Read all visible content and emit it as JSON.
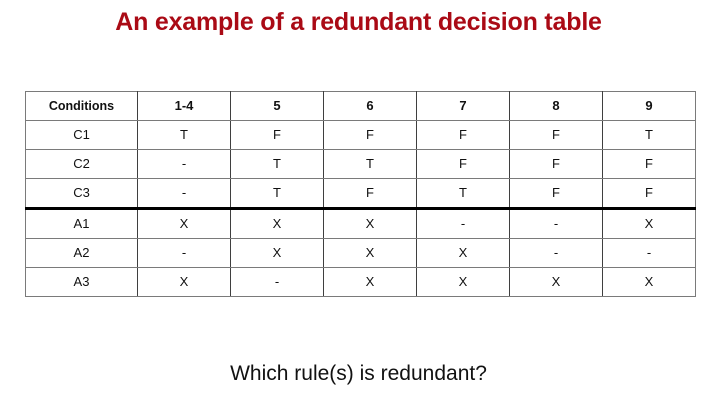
{
  "title": "An example of a redundant decision table",
  "caption": "Which rule(s) is redundant?",
  "colors": {
    "title": "#aa0a15",
    "text": "#111111",
    "grid_horizontal": "#7a7a7a",
    "grid_vertical": "#3f3f3f",
    "section_divider": "#000000",
    "background": "#ffffff"
  },
  "table": {
    "headers": [
      "Conditions",
      "1-4",
      "5",
      "6",
      "7",
      "8",
      "9"
    ],
    "rows": [
      {
        "label": "C1",
        "kind": "condition",
        "values": [
          "T",
          "F",
          "F",
          "F",
          "F",
          "T"
        ]
      },
      {
        "label": "C2",
        "kind": "condition",
        "values": [
          "-",
          "T",
          "T",
          "F",
          "F",
          "F"
        ]
      },
      {
        "label": "C3",
        "kind": "condition",
        "values": [
          "-",
          "T",
          "F",
          "T",
          "F",
          "F"
        ]
      },
      {
        "label": "A1",
        "kind": "action",
        "values": [
          "X",
          "X",
          "X",
          "-",
          "-",
          "X"
        ]
      },
      {
        "label": "A2",
        "kind": "action",
        "values": [
          "-",
          "X",
          "X",
          "X",
          "-",
          "-"
        ]
      },
      {
        "label": "A3",
        "kind": "action",
        "values": [
          "X",
          "-",
          "X",
          "X",
          "X",
          "X"
        ]
      }
    ]
  }
}
